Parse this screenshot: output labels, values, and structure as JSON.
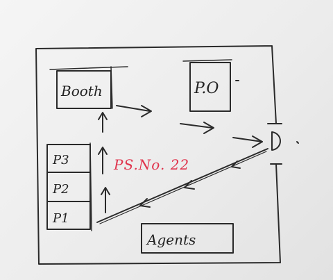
{
  "boxes": {
    "booth": "Booth",
    "po": "P.O",
    "p3": "P3",
    "p2": "P2",
    "p1": "P1",
    "agents": "Agents"
  },
  "station_label": "PS.No. 22",
  "colors": {
    "ink": "#2a2a2a",
    "red_ink": "#e0334c"
  }
}
